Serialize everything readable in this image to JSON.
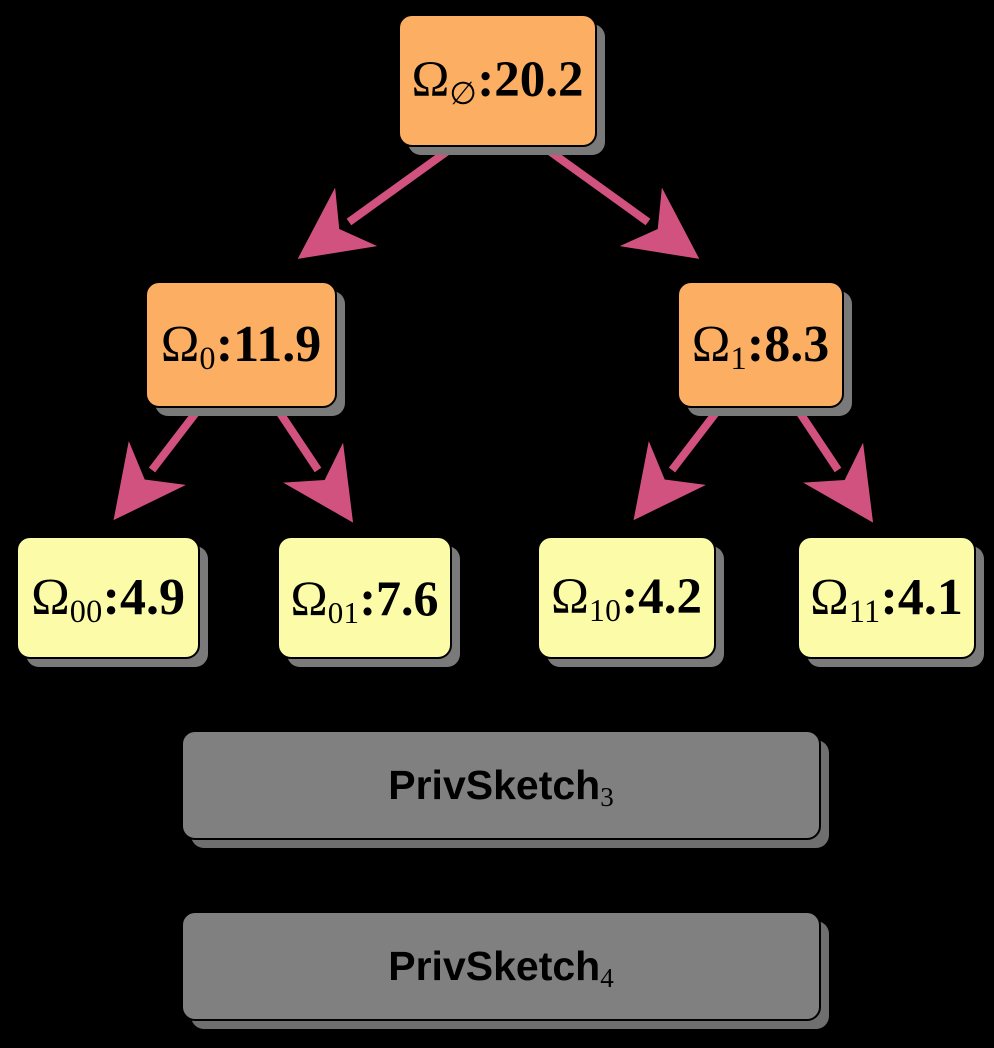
{
  "diagram": {
    "type": "tree",
    "background_color": "#000000",
    "arrow_color": "#D2527F",
    "node_colors": {
      "internal": "#FCAF63",
      "leaf": "#FBFBA8",
      "bar": "#808080",
      "border": "#000000",
      "shadow": "#7A7A7A"
    },
    "nodes": [
      {
        "id": "root",
        "symbol": "Ω",
        "subscript": "∅",
        "value": "20.2",
        "separator": ":",
        "level": 0,
        "kind": "internal"
      },
      {
        "id": "n0",
        "symbol": "Ω",
        "subscript": "0",
        "value": "11.9",
        "separator": ":",
        "level": 1,
        "kind": "internal"
      },
      {
        "id": "n1",
        "symbol": "Ω",
        "subscript": "1",
        "value": "8.3",
        "separator": ":",
        "level": 1,
        "kind": "internal"
      },
      {
        "id": "n00",
        "symbol": "Ω",
        "subscript": "00",
        "value": "4.9",
        "separator": ":",
        "level": 2,
        "kind": "leaf"
      },
      {
        "id": "n01",
        "symbol": "Ω",
        "subscript": "01",
        "value": "7.6",
        "separator": ":",
        "level": 2,
        "kind": "leaf"
      },
      {
        "id": "n10",
        "symbol": "Ω",
        "subscript": "10",
        "value": "4.2",
        "separator": ":",
        "level": 2,
        "kind": "leaf"
      },
      {
        "id": "n11",
        "symbol": "Ω",
        "subscript": "11",
        "value": "4.1",
        "separator": ":",
        "level": 2,
        "kind": "leaf"
      }
    ],
    "edges": [
      {
        "from": "root",
        "to": "n0"
      },
      {
        "from": "root",
        "to": "n1"
      },
      {
        "from": "n0",
        "to": "n00"
      },
      {
        "from": "n0",
        "to": "n01"
      },
      {
        "from": "n1",
        "to": "n10"
      },
      {
        "from": "n1",
        "to": "n11"
      }
    ],
    "bars": [
      {
        "id": "bar3",
        "name": "PrivSketch",
        "subscript": "3"
      },
      {
        "id": "bar4",
        "name": "PrivSketch",
        "subscript": "4"
      }
    ]
  }
}
